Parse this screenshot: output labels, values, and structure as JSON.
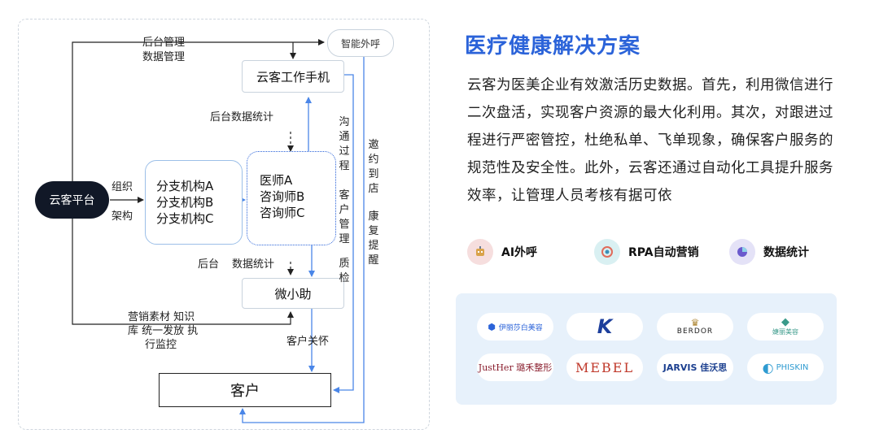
{
  "diagram": {
    "platform": "云客平台",
    "smart_call": "智能外呼",
    "work_phone": "云客工作手机",
    "branches": [
      "分支机构A",
      "分支机构B",
      "分支机构C"
    ],
    "staff": [
      "医师A",
      "咨询师B",
      "咨询师C"
    ],
    "assistant": "微小助",
    "customer": "客户",
    "labels": {
      "backend_mgmt_1": "后台管理",
      "backend_mgmt_2": "数据管理",
      "backend_stats": "后台数据统计",
      "org_1": "组织",
      "org_2": "架构",
      "backend": "后台",
      "data_stats": "数据统计",
      "marketing_1": "营销素材 知识",
      "marketing_2": "库 统一发放 执",
      "marketing_3": "行监控",
      "customer_care": "客户关怀",
      "communication": "沟通过程",
      "customer_mgmt": "客户管理",
      "quality": "质检",
      "invite": "邀约到店",
      "rehab": "康复提醒"
    }
  },
  "solution": {
    "title": "医疗健康解决方案",
    "description": "云客为医美企业有效激活历史数据。首先，利用微信进行二次盘活，实现客户资源的最大化利用。其次，对跟进过程进行严密管控，杜绝私单、飞单现象，确保客户服务的规范性及安全性。此外，云客还通过自动化工具提升服务效率，让管理人员考核有据可依"
  },
  "features": [
    {
      "label": "AI外呼",
      "icon": "robot-icon",
      "color": "#f6dede"
    },
    {
      "label": "RPA自动营销",
      "icon": "target-icon",
      "color": "#d9f0f2"
    },
    {
      "label": "数据统计",
      "icon": "chart-icon",
      "color": "#e4e2f7"
    }
  ],
  "logos": [
    {
      "text": "伊丽莎白美容",
      "icon": "hexagon-logo-icon",
      "color": "#2b63d9"
    },
    {
      "text": "K",
      "icon": "k-logo-icon",
      "color": "#1d3f9c"
    },
    {
      "text": "BERDOR",
      "icon": "crown-logo-icon",
      "color": "#222"
    },
    {
      "text": "婕丽美容",
      "icon": "diamond-logo-icon",
      "color": "#3a9a8a"
    },
    {
      "text": "JustHer 璐禾整形",
      "icon": "wordmark-logo-icon",
      "color": "#8a1e2e"
    },
    {
      "text": "MEBEL",
      "icon": "wordmark-logo-icon",
      "color": "#c0392b"
    },
    {
      "text": "JARVIS 佳沃思",
      "icon": "wordmark-logo-icon",
      "color": "#1b3f8f"
    },
    {
      "text": "PHISKIN",
      "icon": "circle-logo-icon",
      "color": "#2f9bd1"
    }
  ]
}
